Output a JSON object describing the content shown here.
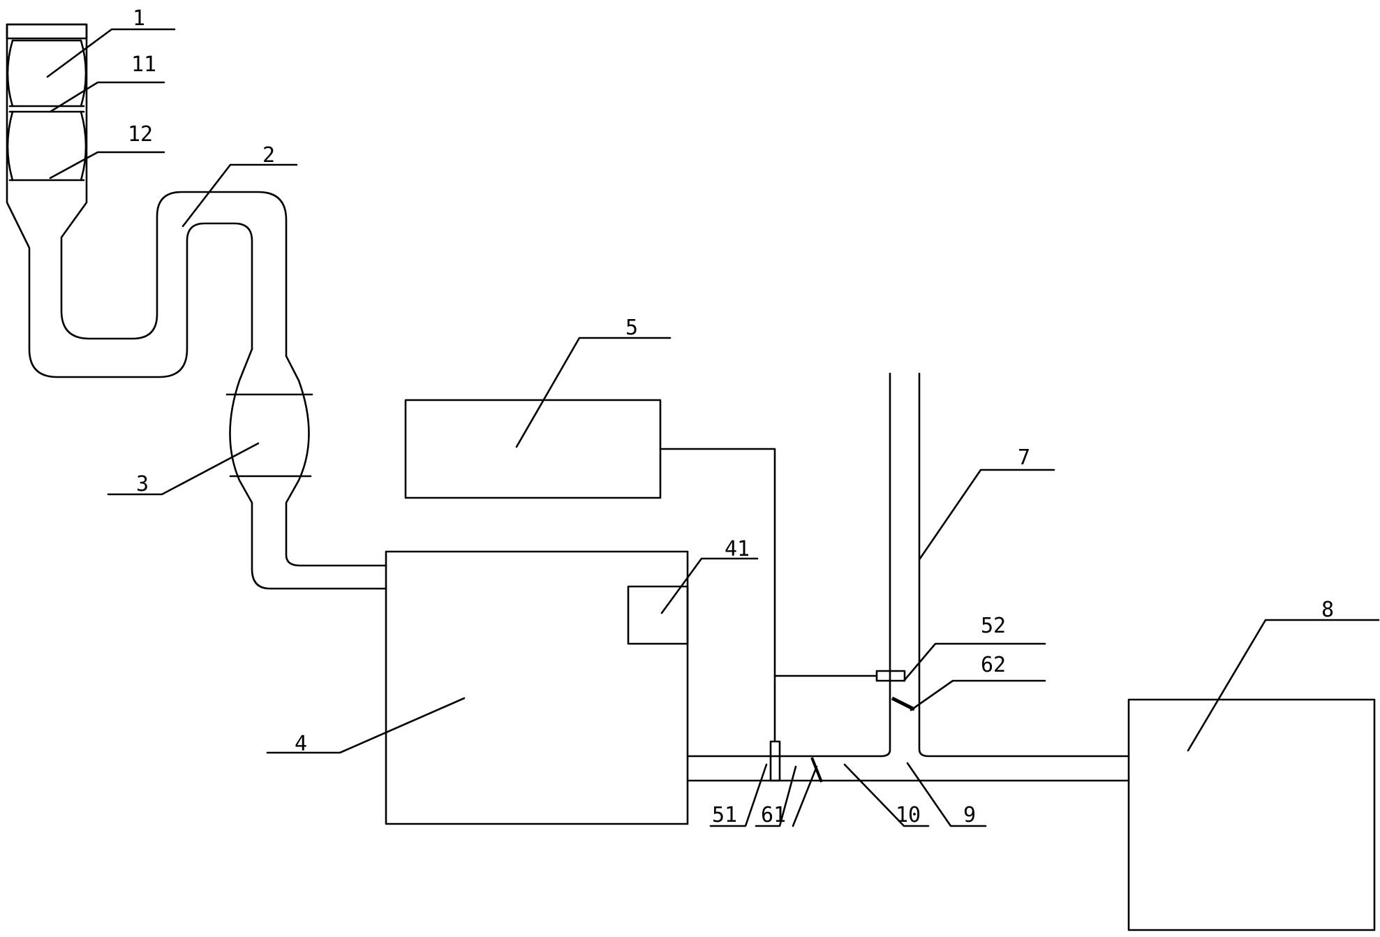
{
  "labels": {
    "l1": "1",
    "l11": "11",
    "l12": "12",
    "l2": "2",
    "l3": "3",
    "l4": "4",
    "l41": "41",
    "l5": "5",
    "l51": "51",
    "l52": "52",
    "l61": "61",
    "l62": "62",
    "l7": "7",
    "l8": "8",
    "l9": "9",
    "l10": "10"
  }
}
